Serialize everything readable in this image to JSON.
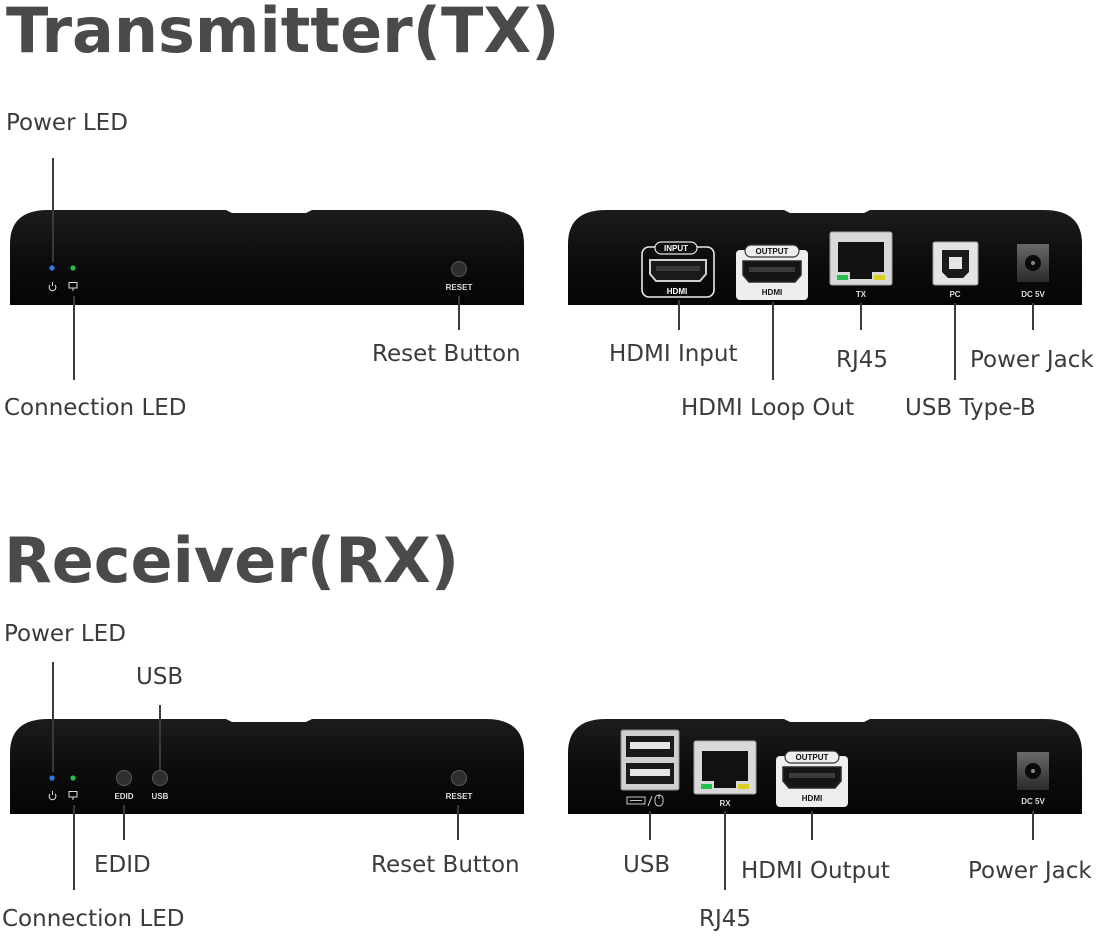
{
  "tx": {
    "title": "Transmitter(TX)",
    "front": {
      "port_labels": {
        "reset": "RESET"
      },
      "callouts": {
        "power_led": "Power LED",
        "connection_led": "Connection LED",
        "reset_button": "Reset Button"
      },
      "led_colors": {
        "power": "#2e7be6",
        "connection": "#22c04a"
      }
    },
    "rear": {
      "port_labels": {
        "input_tag": "INPUT",
        "input_hdmi": "HDMI",
        "output_tag": "OUTPUT",
        "output_hdmi": "HDMI",
        "tx": "TX",
        "pc": "PC",
        "dc": "DC 5V"
      },
      "callouts": {
        "hdmi_input": "HDMI Input",
        "hdmi_loop_out": "HDMI Loop Out",
        "rj45": "RJ45",
        "usb_type_b": "USB Type-B",
        "power_jack": "Power Jack"
      }
    }
  },
  "rx": {
    "title": "Receiver(RX)",
    "front": {
      "port_labels": {
        "edid": "EDID",
        "usb": "USB",
        "reset": "RESET"
      },
      "callouts": {
        "power_led": "Power LED",
        "usb": "USB",
        "edid": "EDID",
        "connection_led": "Connection LED",
        "reset_button": "Reset Button"
      }
    },
    "rear": {
      "port_labels": {
        "rx": "RX",
        "output_tag": "OUTPUT",
        "output_hdmi": "HDMI",
        "dc": "DC 5V"
      },
      "callouts": {
        "usb": "USB",
        "rj45": "RJ45",
        "hdmi_output": "HDMI Output",
        "power_jack": "Power Jack"
      }
    }
  },
  "colors": {
    "device_body": "#0f0f0f",
    "title_text": "#4a4a4a",
    "label_text": "#3b3b3b",
    "led_blue": "#2e7be6",
    "led_green": "#22c04a"
  }
}
